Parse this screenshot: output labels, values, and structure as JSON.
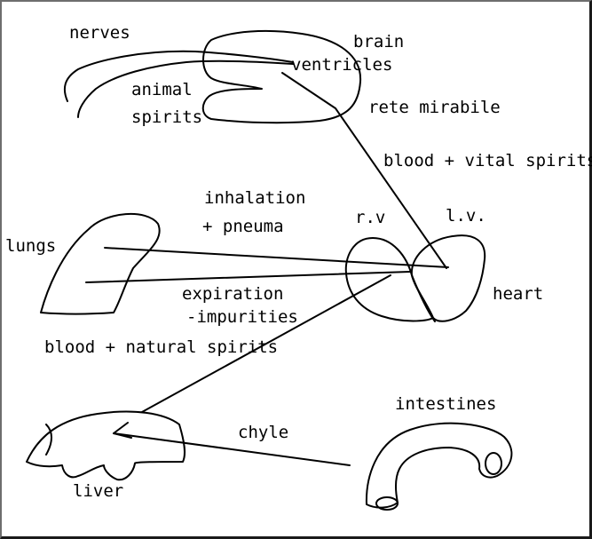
{
  "diagram": {
    "labels": {
      "nerves": "nerves",
      "brain": "brain",
      "ventricles": "ventricles",
      "animal": "animal",
      "spirits": "spirits",
      "rete_mirabile": "rete mirabile",
      "blood_vital_spirits": "blood + vital spirits",
      "inhalation": "inhalation",
      "pneuma": "+ pneuma",
      "rv": "r.v",
      "lv": "l.v.",
      "lungs": "lungs",
      "expiration": "expiration",
      "impurities": "-impurities",
      "heart": "heart",
      "blood_natural_spirits": "blood + natural spirits",
      "intestines": "intestines",
      "chyle": "chyle",
      "liver": "liver"
    }
  }
}
